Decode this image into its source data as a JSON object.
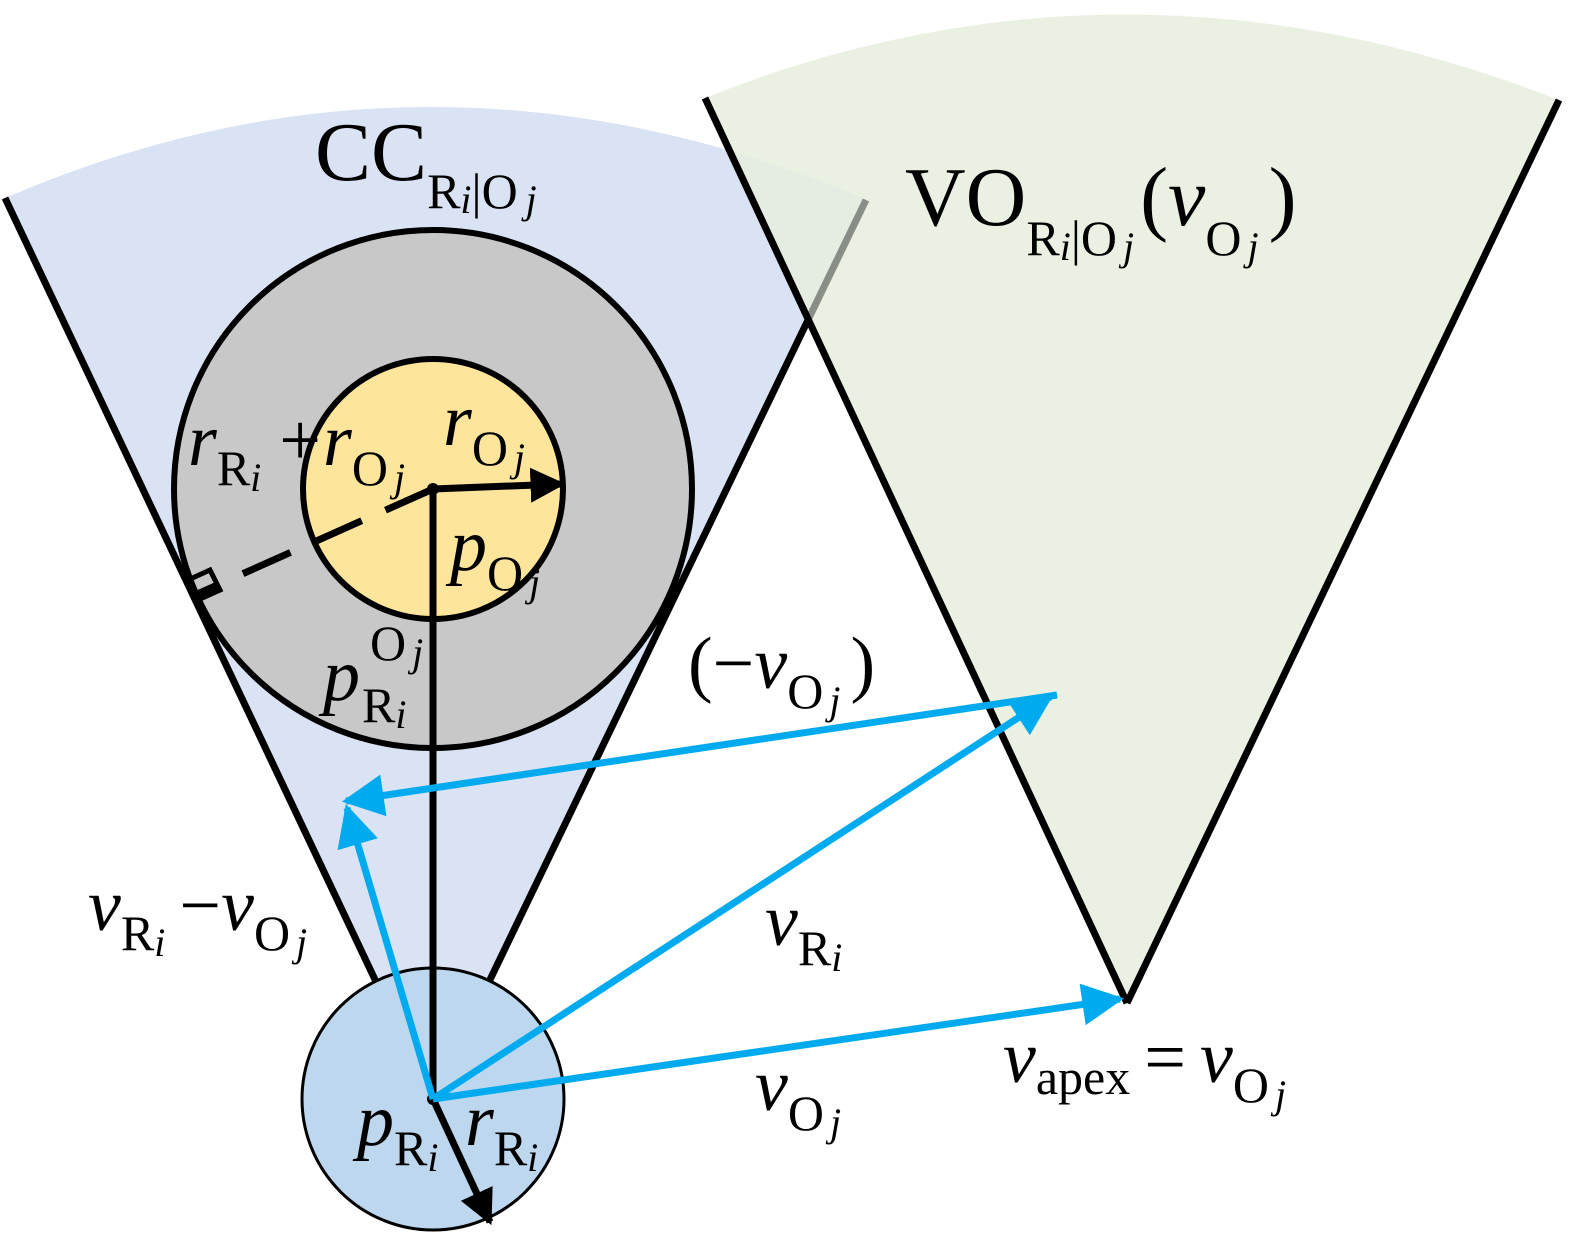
{
  "colors": {
    "cc_fill": "#dae3f3",
    "vo_fill": "#e6efde",
    "outer_circle_fill": "#c8c8c8",
    "obstacle_fill": "#fde59c",
    "robot_fill": "#bdd7ee",
    "velocity_arrow": "#00aaee",
    "line": "#000000"
  },
  "labels": {
    "cc": {
      "main": "CC",
      "sub_R": "R",
      "sub_i": "i",
      "sub_bar": "|",
      "sub_O": "O",
      "sub_j": "j"
    },
    "vo": {
      "main": "VO",
      "sub_R": "R",
      "sub_i": "i",
      "sub_bar": "|",
      "sub_O": "O",
      "sub_j": "j",
      "open": "(",
      "v": "v",
      "vsub_O": "O",
      "vsub_j": "j",
      "close": ")"
    },
    "sum_radius": {
      "r1": "r",
      "r1_sub": "R",
      "r1_subsub": "i",
      "plus": "+",
      "r2": "r",
      "r2_sub": "O",
      "r2_subsub": "j"
    },
    "r_obstacle": {
      "r": "r",
      "sub": "O",
      "subsub": "j"
    },
    "p_obstacle": {
      "p": "p",
      "sub": "O",
      "subsub": "j"
    },
    "p_rel": {
      "p": "p",
      "sup": "O",
      "supsub": "j",
      "sub": "R",
      "subsub": "i"
    },
    "neg_vo": {
      "open": "(−",
      "v": "v",
      "sub": "O",
      "subsub": "j",
      "close": ")"
    },
    "v_rel": {
      "v1": "v",
      "v1_sub": "R",
      "v1_subsub": "i",
      "minus": "−",
      "v2": "v",
      "v2_sub": "O",
      "v2_subsub": "j"
    },
    "v_r": {
      "v": "v",
      "sub": "R",
      "subsub": "i"
    },
    "v_o": {
      "v": "v",
      "sub": "O",
      "subsub": "j"
    },
    "v_apex": {
      "v": "v",
      "sub": "apex",
      "eq": "=",
      "v2": "v",
      "v2_sub": "O",
      "v2_subsub": "j"
    },
    "p_robot": {
      "p": "p",
      "sub": "R",
      "subsub": "i"
    },
    "r_robot": {
      "r": "r",
      "sub": "R",
      "subsub": "i"
    }
  }
}
